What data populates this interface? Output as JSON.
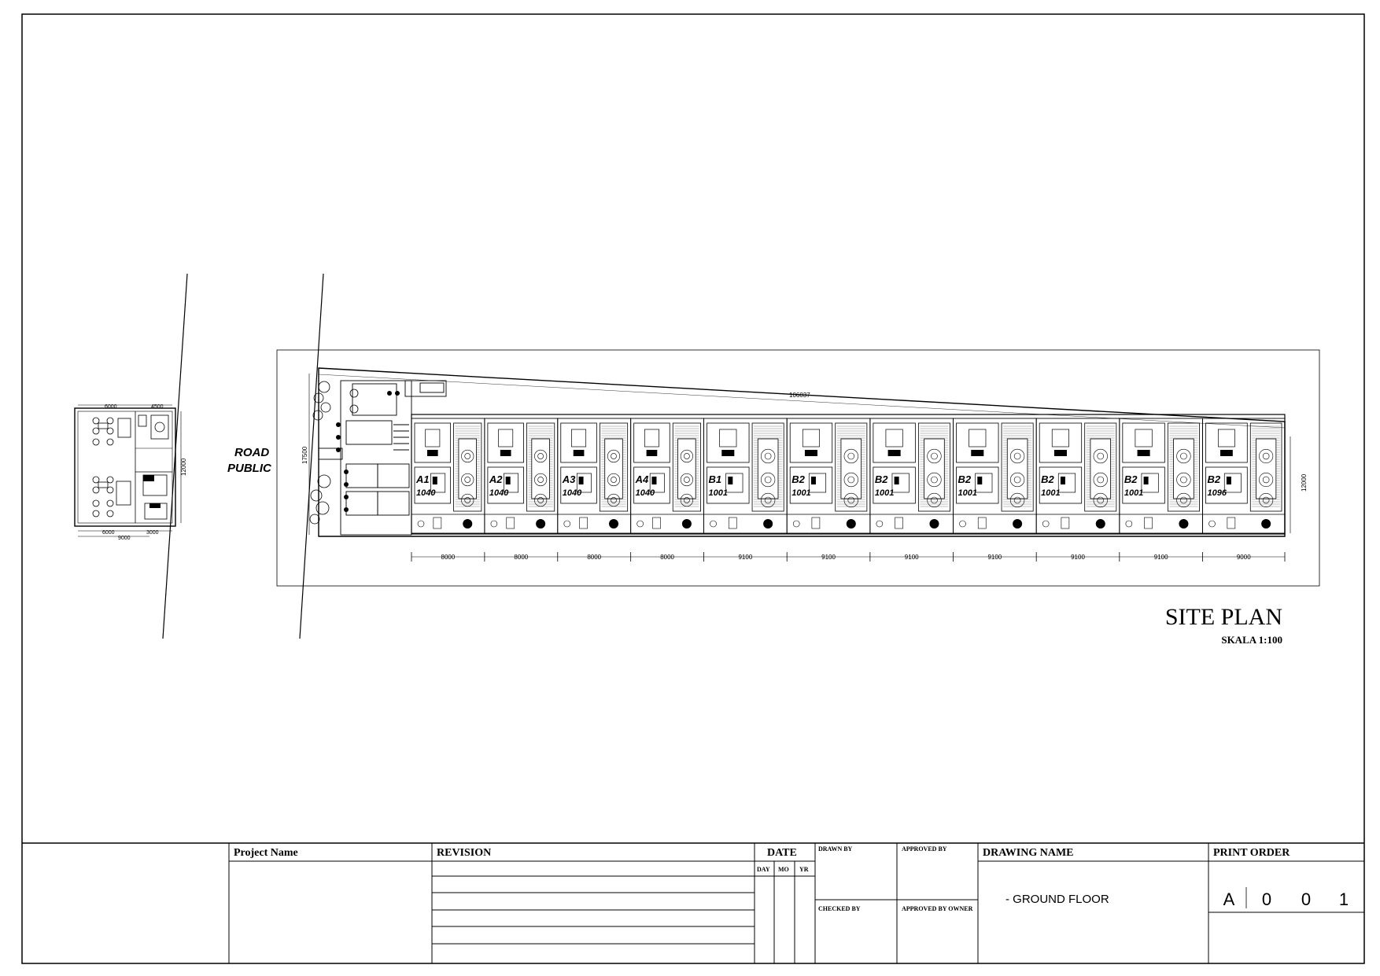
{
  "plan": {
    "road_label_1": "ROAD",
    "road_label_2": "PUBLIC",
    "overall_length": "106037",
    "site_depth": "17500",
    "units_depth": "12000",
    "units": [
      {
        "name": "A1",
        "area": "1040"
      },
      {
        "name": "A2",
        "area": "1040"
      },
      {
        "name": "A3",
        "area": "1040"
      },
      {
        "name": "A4",
        "area": "1040"
      },
      {
        "name": "B1",
        "area": "1001"
      },
      {
        "name": "B2",
        "area": "1001"
      },
      {
        "name": "B2",
        "area": "1001"
      },
      {
        "name": "B2",
        "area": "1001"
      },
      {
        "name": "B2",
        "area": "1001"
      },
      {
        "name": "B2",
        "area": "1001"
      },
      {
        "name": "B2",
        "area": "1096"
      }
    ],
    "bottom_dims": [
      "8000",
      "8000",
      "8000",
      "8000",
      "9100",
      "9100",
      "9100",
      "9100",
      "9100",
      "9100",
      "9000"
    ]
  },
  "detail": {
    "top_dims": [
      "6000",
      "4500"
    ],
    "bottom_dims": [
      "6000",
      "3000"
    ],
    "total_dim": "9000",
    "side_dim": "12000"
  },
  "heading": {
    "title": "SITE PLAN",
    "scale": "SKALA 1:100"
  },
  "title_block": {
    "project_label": "Project Name",
    "revision_label": "REVISION",
    "date_label": "DATE",
    "day": "DAY",
    "mo": "MO",
    "yr": "YR",
    "drawn_by": "DRAWN BY",
    "approved_by": "APPROVED BY",
    "checked_by": "CHECKED BY",
    "approved_by_owner": "APPROVED BY OWNER",
    "drawing_name_label": "DRAWING NAME",
    "drawing_name": "- GROUND FLOOR",
    "print_order_label": "PRINT ORDER",
    "print_order": [
      "A",
      "0",
      "0",
      "1"
    ]
  }
}
